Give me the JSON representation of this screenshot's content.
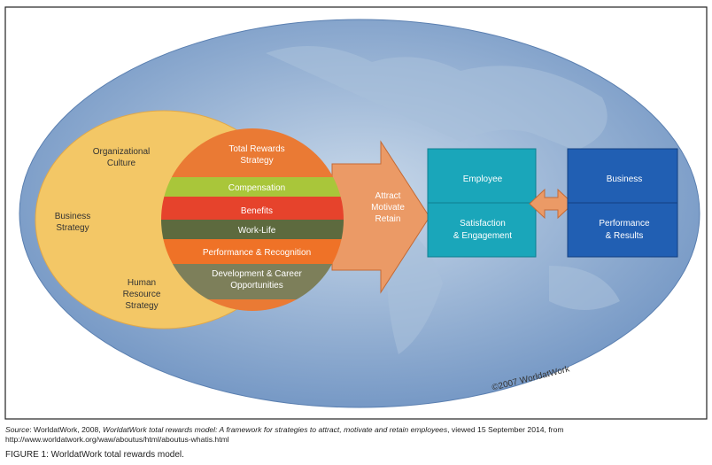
{
  "diagram": {
    "outer": [
      "Organizational Culture",
      "Business Strategy",
      "Human Resource Strategy"
    ],
    "circle": {
      "title": "Total Rewards Strategy",
      "bands": [
        "Compensation",
        "Benefits",
        "Work-Life",
        "Performance & Recognition",
        "Development & Career Opportunities"
      ]
    },
    "arrow": [
      "Attract",
      "Motivate",
      "Retain"
    ],
    "employee": {
      "title": "Employee",
      "body": [
        "Satisfaction",
        "& Engagement"
      ]
    },
    "business": {
      "title": "Business",
      "body": [
        "Performance",
        "& Results"
      ]
    },
    "copyright": "©2007 WorldatWork",
    "colors": {
      "yellow": "#f3c766",
      "orange": "#ea7a34",
      "green": "#a9c63a",
      "red": "#e6432c",
      "olive": "#5d6a3e",
      "gray_olive": "#7d7f5a",
      "teal": "#1aa6ba",
      "blue": "#215fb3",
      "ocean": "#8fb0d4"
    }
  },
  "source": {
    "label": "Source",
    "text1": ": WorldatWork, 2008, ",
    "title": "WorldatWork total rewards model: A framework for strategies to attract, motivate and retain employees",
    "text2": ", viewed 15 September 2014, from http://www.worldatwork.org/waw/aboutus/html/aboutus-whatis.html"
  },
  "caption": {
    "label": "FIGURE 1:",
    "text": " WorldatWork total rewards model."
  }
}
